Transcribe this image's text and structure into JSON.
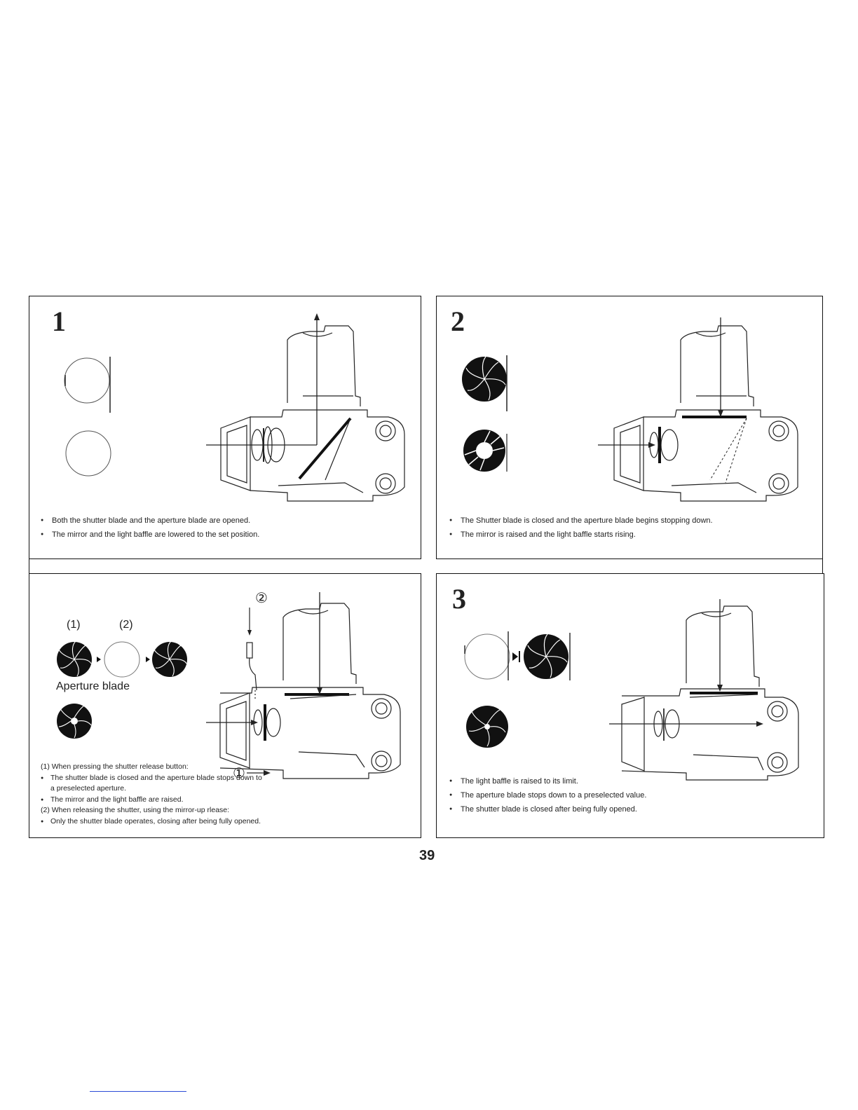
{
  "panels": {
    "p1": {
      "number": "1",
      "bullets": [
        "Both the shutter blade and the aperture blade are opened.",
        "The mirror and the light baffle are lowered to the set position."
      ]
    },
    "p2": {
      "number": "2",
      "bullets": [
        "The Shutter blade is closed and the aperture blade begins stopping down.",
        "The mirror is raised and the light baffle starts rising."
      ]
    },
    "p3": {
      "labels": {
        "step1": "(1)",
        "step2": "(2)",
        "aperture_caption": "Aperture blade",
        "marker1": "①",
        "marker2": "②"
      },
      "notes": [
        "(1)  When pressing the shutter release button:",
        "The shutter blade is closed and the aperture blade stops down to",
        "a preselected aperture.",
        "The mirror and the light baffle are raised.",
        "(2)  When releasing the shutter, using the mirror-up rlease:",
        "Only the shutter blade operates, closing after being fully opened."
      ]
    },
    "p4": {
      "number": "3",
      "bullets": [
        "The light baffle is raised to its limit.",
        "The aperture blade stops down to a preselected value.",
        "The shutter blade is closed after being fully opened."
      ]
    }
  },
  "page_number": "39",
  "colors": {
    "ink": "#111111",
    "paper": "#ffffff",
    "link_underline": "#2b4bd6"
  }
}
